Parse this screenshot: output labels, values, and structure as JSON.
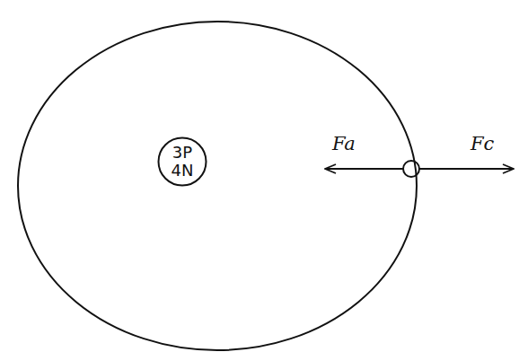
{
  "diagram": {
    "nodes": [
      {
        "text": [
          "3P 4N"
        ]
      }
    ],
    "labels": [
      "Fa",
      "Fc"
    ]
  }
}
